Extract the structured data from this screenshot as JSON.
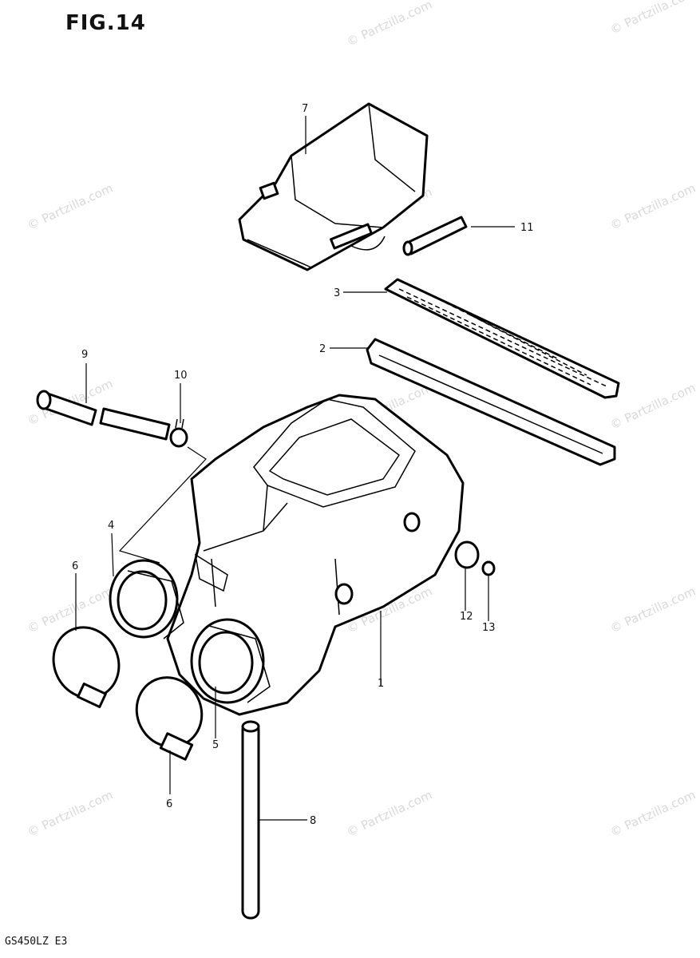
{
  "figure": {
    "title": "FIG.14",
    "model_code": "GS450LZ E3"
  },
  "watermark": "© Partzilla.com",
  "parts": [
    {
      "ref": "1"
    },
    {
      "ref": "2"
    },
    {
      "ref": "3"
    },
    {
      "ref": "4"
    },
    {
      "ref": "5"
    },
    {
      "ref": "6"
    },
    {
      "ref": "6"
    },
    {
      "ref": "7"
    },
    {
      "ref": "8"
    },
    {
      "ref": "9"
    },
    {
      "ref": "10"
    },
    {
      "ref": "11"
    },
    {
      "ref": "12"
    },
    {
      "ref": "13"
    }
  ]
}
